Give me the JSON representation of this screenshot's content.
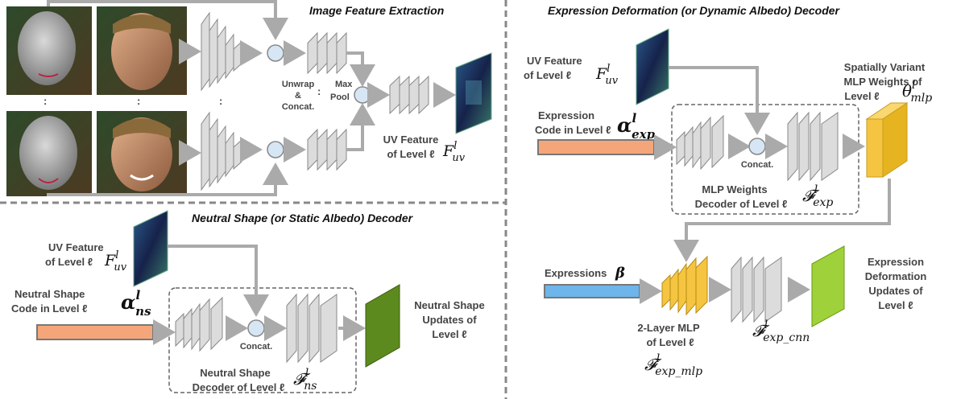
{
  "panels": {
    "image_feature": {
      "title": "Image Feature Extraction"
    },
    "expression_decoder": {
      "title": "Expression Deformation (or Dynamic Albedo) Decoder"
    },
    "neutral_decoder": {
      "title": "Neutral Shape (or Static Albedo) Decoder"
    }
  },
  "image_feature": {
    "unwrap_label_1": "Unwrap",
    "unwrap_label_2": "&",
    "unwrap_label_3": "Concat.",
    "maxpool_label_1": "Max",
    "maxpool_label_2": "Pool",
    "dots": ":",
    "uv_label_1": "UV Feature",
    "uv_label_2": "of Level ℓ",
    "uv_symbol": "F",
    "uv_sup": "l",
    "uv_sub": "uv"
  },
  "expression": {
    "uv_label_1": "UV Feature",
    "uv_label_2": "of Level ℓ",
    "uv_symbol": "F",
    "uv_sup": "l",
    "uv_sub": "uv",
    "code_label_1": "Expression",
    "code_label_2": "Code in Level ℓ",
    "code_symbol": "α",
    "code_sup": "l",
    "code_sub": "exp",
    "concat_label": "Concat.",
    "mlp_label_1": "MLP Weights",
    "mlp_label_2": "Decoder of Level ℓ",
    "mlp_symbol": "𝓕",
    "mlp_sup": "l",
    "mlp_sub": "exp",
    "weights_label_1": "Spatially Variant",
    "weights_label_2": "MLP Weights of",
    "weights_label_3": "Level ℓ",
    "weights_symbol": "θ",
    "weights_sup": "l",
    "weights_sub": "mlp",
    "expressions_label": "Expressions",
    "expressions_symbol": "β",
    "mlp2_label_1": "2-Layer MLP",
    "mlp2_label_2": "of Level ℓ",
    "mlp2_symbol": "𝓕",
    "mlp2_sup": "l",
    "mlp2_sub": "exp_mlp",
    "cnn_symbol": "𝓕",
    "cnn_sup": "l",
    "cnn_sub": "exp_cnn",
    "updates_label_1": "Expression",
    "updates_label_2": "Deformation",
    "updates_label_3": "Updates of",
    "updates_label_4": "Level ℓ"
  },
  "neutral": {
    "uv_label_1": "UV Feature",
    "uv_label_2": "of Level ℓ",
    "uv_symbol": "F",
    "uv_sup": "l",
    "uv_sub": "uv",
    "code_label_1": "Neutral Shape",
    "code_label_2": "Code in Level ℓ",
    "code_symbol": "α",
    "code_sup": "l",
    "code_sub": "ns",
    "concat_label": "Concat.",
    "decoder_label_1": "Neutral Shape",
    "decoder_label_2": "Decoder of Level ℓ",
    "decoder_symbol": "𝓕",
    "decoder_sup": "l",
    "decoder_sub": "ns",
    "updates_label_1": "Neutral Shape",
    "updates_label_2": "Updates of",
    "updates_label_3": "Level ℓ"
  },
  "colors": {
    "arrow": "#aaaaaa",
    "layer_fill": "#dcdcdc",
    "layer_stroke": "#888888",
    "code_orange": "#f4a67a",
    "code_blue": "#6db5ea",
    "mlp_yellow": "#f5c542",
    "neutral_green": "#5d8a1e",
    "expr_green": "#9fd23a",
    "uv_dark": "#1a2a55",
    "skin": "#c8906e",
    "mesh": "#b0b0b0",
    "divider": "#888888"
  }
}
